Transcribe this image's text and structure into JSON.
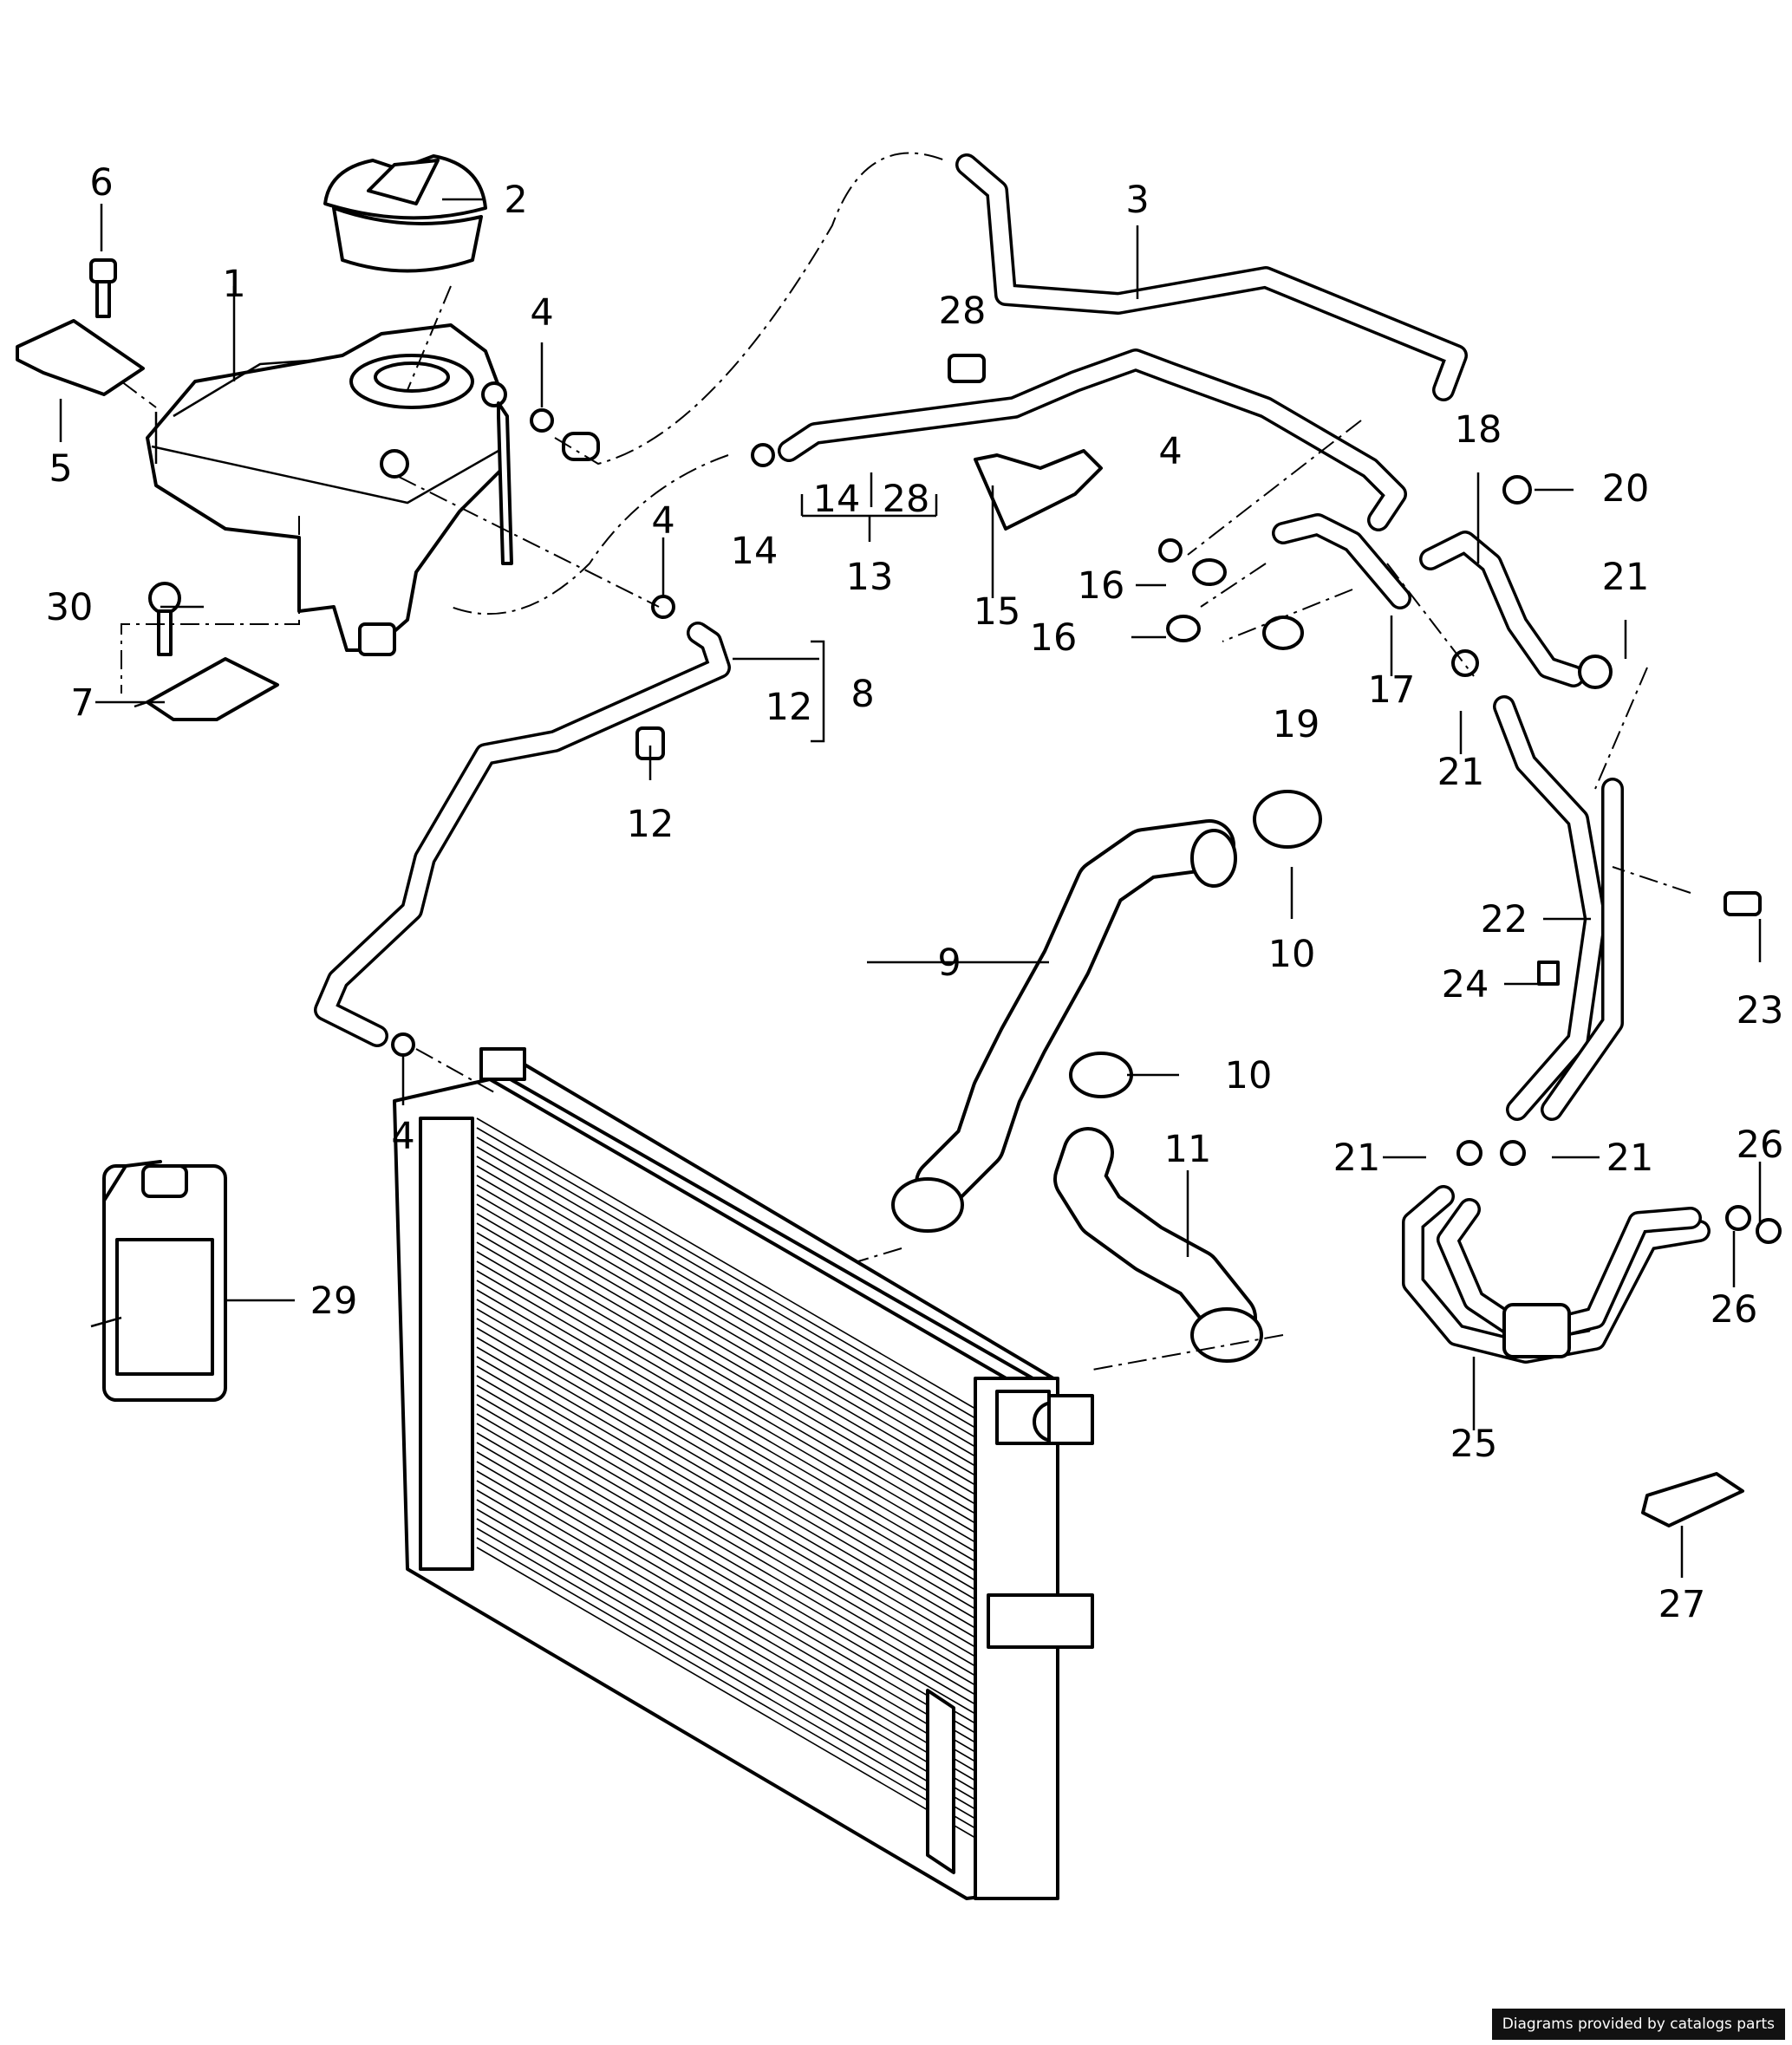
{
  "diagram": {
    "callouts": [
      "1",
      "2",
      "3",
      "4",
      "4",
      "4",
      "4",
      "5",
      "6",
      "7",
      "8",
      "9",
      "10",
      "10",
      "11",
      "12",
      "12",
      "13",
      "14",
      "14",
      "28",
      "15",
      "16",
      "16",
      "17",
      "18",
      "19",
      "20",
      "21",
      "21",
      "21",
      "21",
      "22",
      "23",
      "24",
      "25",
      "26",
      "26",
      "27",
      "28",
      "29",
      "30"
    ]
  },
  "footer": {
    "credit": "Diagrams provided by catalogs parts"
  },
  "icons": [
    "expansion-tank",
    "cap",
    "hose",
    "clamp",
    "bracket",
    "bolt",
    "radiator",
    "coolant-bottle",
    "gasket"
  ]
}
